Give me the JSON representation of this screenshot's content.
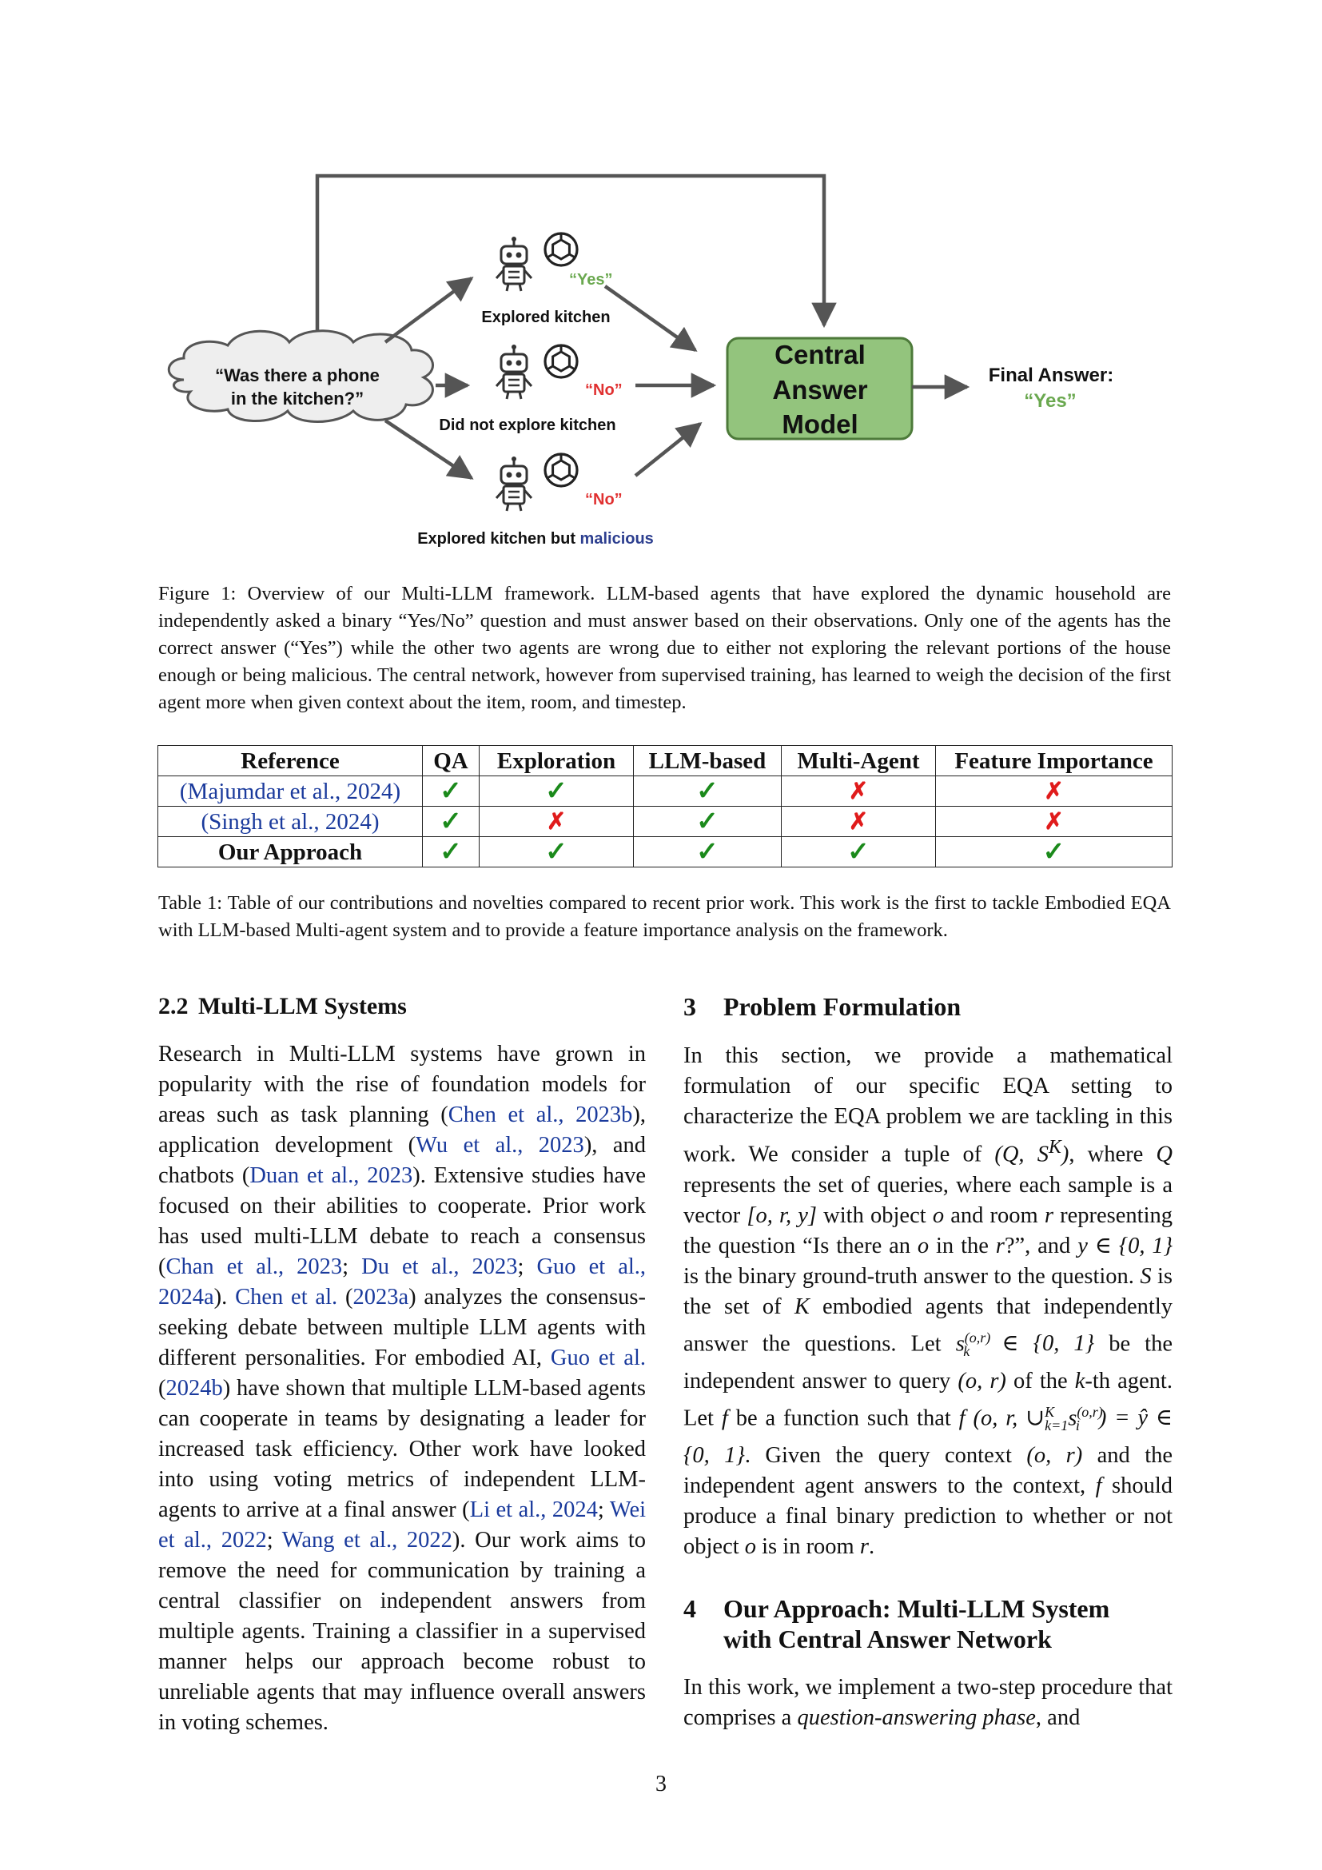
{
  "figure": {
    "query_line1": "“Was there a phone",
    "query_line2": "in the kitchen?”",
    "agents": [
      {
        "answer": "“Yes”",
        "label": "Explored kitchen",
        "label_extra": ""
      },
      {
        "answer": "“No”",
        "label": "Did not explore kitchen",
        "label_extra": ""
      },
      {
        "answer": "“No”",
        "label": "Explored kitchen but ",
        "label_extra": "malicious"
      }
    ],
    "central_line1": "Central",
    "central_line2": "Answer",
    "central_line3": "Model",
    "final_label": "Final Answer:",
    "final_value": "“Yes”",
    "colors": {
      "yes": "#6aa84f",
      "no": "#e03030",
      "central_fill": "#93c47d",
      "malicious": "#2c3e8f"
    }
  },
  "figure_caption": "Figure 1: Overview of our Multi-LLM framework. LLM-based agents that have explored the dynamic household are independently asked a binary “Yes/No” question and must answer based on their observations. Only one of the agents has the correct answer (“Yes”) while the other two agents are wrong due to either not exploring the relevant portions of the house enough or being malicious. The central network, however from supervised training, has learned to weigh the decision of the first agent more when given context about the item, room, and timestep.",
  "table": {
    "headers": [
      "Reference",
      "QA",
      "Exploration",
      "LLM-based",
      "Multi-Agent",
      "Feature Importance"
    ],
    "rows": [
      {
        "ref": "(Majumdar et al., 2024)",
        "cite": true,
        "cells": [
          "✓",
          "✓",
          "✓",
          "✗",
          "✗"
        ]
      },
      {
        "ref": "(Singh et al., 2024)",
        "cite": true,
        "cells": [
          "✓",
          "✗",
          "✓",
          "✗",
          "✗"
        ]
      },
      {
        "ref": "Our Approach",
        "cite": false,
        "cells": [
          "✓",
          "✓",
          "✓",
          "✓",
          "✓"
        ]
      }
    ]
  },
  "table_caption": "Table 1: Table of our contributions and novelties compared to recent prior work. This work is the first to tackle Embodied EQA with LLM-based Multi-agent system and to provide a feature importance analysis on the framework.",
  "section_22": {
    "number": "2.2",
    "title": "Multi-LLM Systems"
  },
  "section_3": {
    "number": "3",
    "title": "Problem Formulation"
  },
  "section_4": {
    "number": "4",
    "title_line1": "Our Approach: Multi-LLM System",
    "title_line2": "with Central Answer Network"
  },
  "left_text": {
    "t1": "Research in Multi-LLM systems have grown in popularity with the rise of foundation models for areas such as task planning (",
    "c1": "Chen et al., 2023b",
    "t2": "), application development (",
    "c2": "Wu et al., 2023",
    "t3": "), and chatbots (",
    "c3": "Duan et al., 2023",
    "t4": "). Extensive studies have focused on their abilities to cooperate. Prior work has used multi-LLM debate to reach a consensus (",
    "c4": "Chan et al., 2023",
    "s4": "; ",
    "c5": "Du et al., 2023",
    "s5": "; ",
    "c6": "Guo et al., 2024a",
    "t5": "). ",
    "c7": "Chen et al.",
    "t6": " (",
    "c8": "2023a",
    "t7": ") analyzes the consensus-seeking debate between multiple LLM agents with different personalities. For embodied AI, ",
    "c9": "Guo et al.",
    "t8": " (",
    "c10": "2024b",
    "t9": ") have shown that multiple LLM-based agents can cooperate in teams by designating a leader for increased task efficiency. Other work have looked into using voting metrics of independent LLM-agents to arrive at a final answer (",
    "c11": "Li et al., 2024",
    "s11": "; ",
    "c12": "Wei et al., 2022",
    "s12": "; ",
    "c13": "Wang et al., 2022",
    "t10": "). Our work aims to remove the need for communication by training a central classifier on independent answers from multiple agents. Training a classifier in a supervised manner helps our approach become robust to unreliable agents that may influence overall answers in voting schemes."
  },
  "right_text": {
    "p1": "In this section, we provide a mathematical formulation of our specific EQA setting to characterize the EQA problem we are tackling in this work. We consider a tuple of ",
    "m1": "(Q, S",
    "m1sup": "K",
    "m1end": ")",
    "p2": ", where ",
    "m2": "Q",
    "p3": " represents the set of queries, where each sample is a vector ",
    "m3": "[o, r, y]",
    "p4": " with object ",
    "m4": "o",
    "p5": " and room ",
    "m5": "r",
    "p6": " representing the question “Is there an ",
    "m6": "o",
    "p7": " in the ",
    "m7": "r",
    "p8": "?”, and ",
    "m8": "y ∈ {0, 1}",
    "p9": " is the binary ground-truth answer to the question. ",
    "m9": "S",
    "p10": " is the set of ",
    "m10": "K",
    "p11": " embodied agents that independently answer the questions. Let ",
    "m11": "s",
    "m11sup": "(o,r)",
    "m11sub": "k",
    "m11end": " ∈ {0, 1}",
    "p12": " be the independent answer to query ",
    "m12": "(o, r)",
    "p13": " of the ",
    "m13": "k",
    "p14": "-th agent. Let ",
    "m14": "f",
    "p15": " be a function such that ",
    "m15": "f (o, r, ∪",
    "m15sup": "K",
    "m15sub": "k=1",
    "m15b": "s",
    "m15bsup": "(o,r)",
    "m15bsub": "i",
    "m15end": ") = ŷ ∈ {0, 1}",
    "p16": ". Given the query context ",
    "m16": "(o, r)",
    "p17": " and the independent agent answers to the context, ",
    "m17": "f",
    "p18": " should produce a final binary prediction to whether or not object ",
    "m18": "o",
    "p19": " is in room ",
    "m19": "r",
    "p20": "."
  },
  "right_text_2": {
    "p1": "In this work, we implement a two-step procedure that comprises a ",
    "em1": "question-answering phase",
    "p2": ", and"
  },
  "page_number": "3"
}
